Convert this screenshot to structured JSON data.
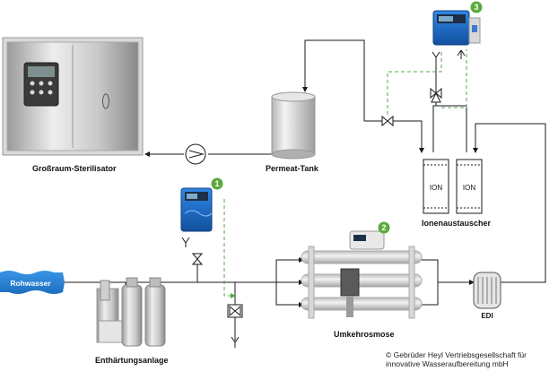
{
  "labels": {
    "sterilizer": "Großraum-Sterilisator",
    "permeat_tank": "Permeat-Tank",
    "ion_exchanger": "Ionenaustauscher",
    "softener": "Enthärtungsanlage",
    "reverse_osmosis": "Umkehrosmose",
    "raw_water": "Rohwasser",
    "edi": "EDI",
    "ion_column": "ION"
  },
  "badges": {
    "b1": "1",
    "b2": "2",
    "b3": "3"
  },
  "copyright": {
    "line1": "© Gebrüder Heyl Vertriebsgesellschaft für",
    "line2": "innovative Wasseraufbereitung mbH"
  },
  "colors": {
    "pipe": "#1a1a1a",
    "signal_line": "#55a84a",
    "badge": "#5aaa3c",
    "raw_water": "#2e86d6",
    "controller": "#1e6fd0"
  }
}
